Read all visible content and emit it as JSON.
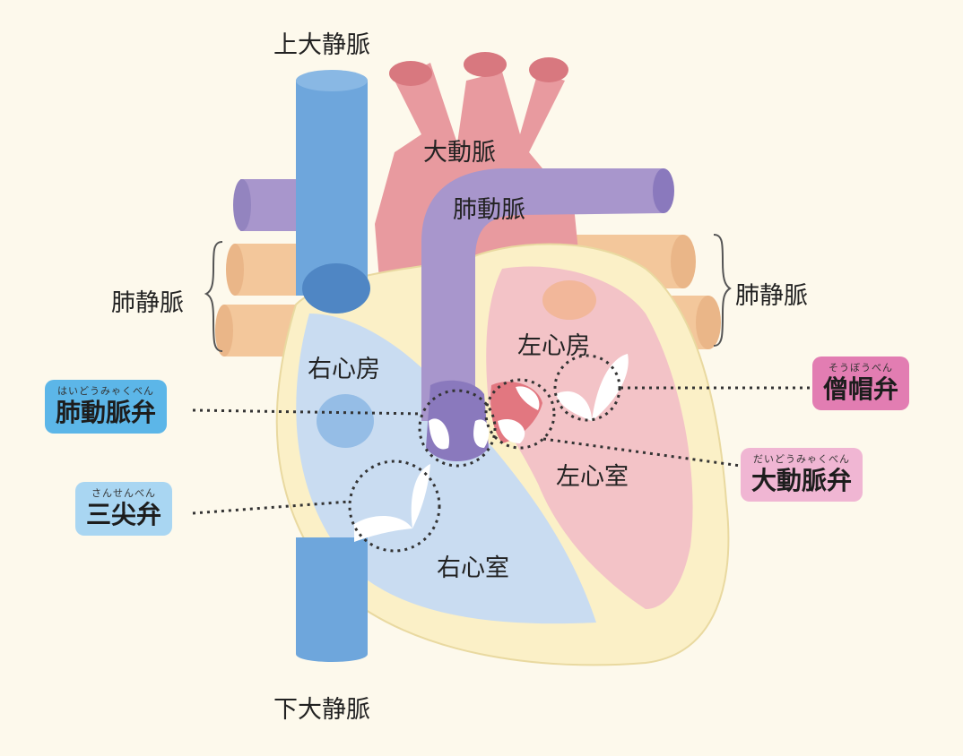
{
  "labels": {
    "superior_vena_cava": "上大静脈",
    "inferior_vena_cava": "下大静脈",
    "aorta": "大動脈",
    "pulmonary_artery": "肺動脈",
    "pulmonary_veins_left": "肺静脈",
    "pulmonary_veins_right": "肺静脈",
    "right_atrium": "右心房",
    "right_ventricle": "右心室",
    "left_atrium": "左心房",
    "left_ventricle": "左心室"
  },
  "valves": {
    "pulmonary": {
      "ruby": "はいどうみゃくべん",
      "name": "肺動脈弁",
      "color": "#5cb6e8"
    },
    "tricuspid": {
      "ruby": "さんせんべん",
      "name": "三尖弁",
      "color": "#a9d6f2"
    },
    "mitral": {
      "ruby": "そうぼうべん",
      "name": "僧帽弁",
      "color": "#e27db2"
    },
    "aortic": {
      "ruby": "だいどうみゃくべん",
      "name": "大動脈弁",
      "color": "#f0b6d3"
    }
  },
  "colors": {
    "background": "#fdf9ec",
    "vena_cava": "#6ea6dc",
    "aorta": "#e89a9f",
    "pulmonary_artery": "#a896cc",
    "pulmonary_veins": "#f3c79b",
    "heart_wall": "#fbf0c7",
    "right_chambers": "#c9dcf1",
    "left_chambers": "#f3c3c7"
  }
}
